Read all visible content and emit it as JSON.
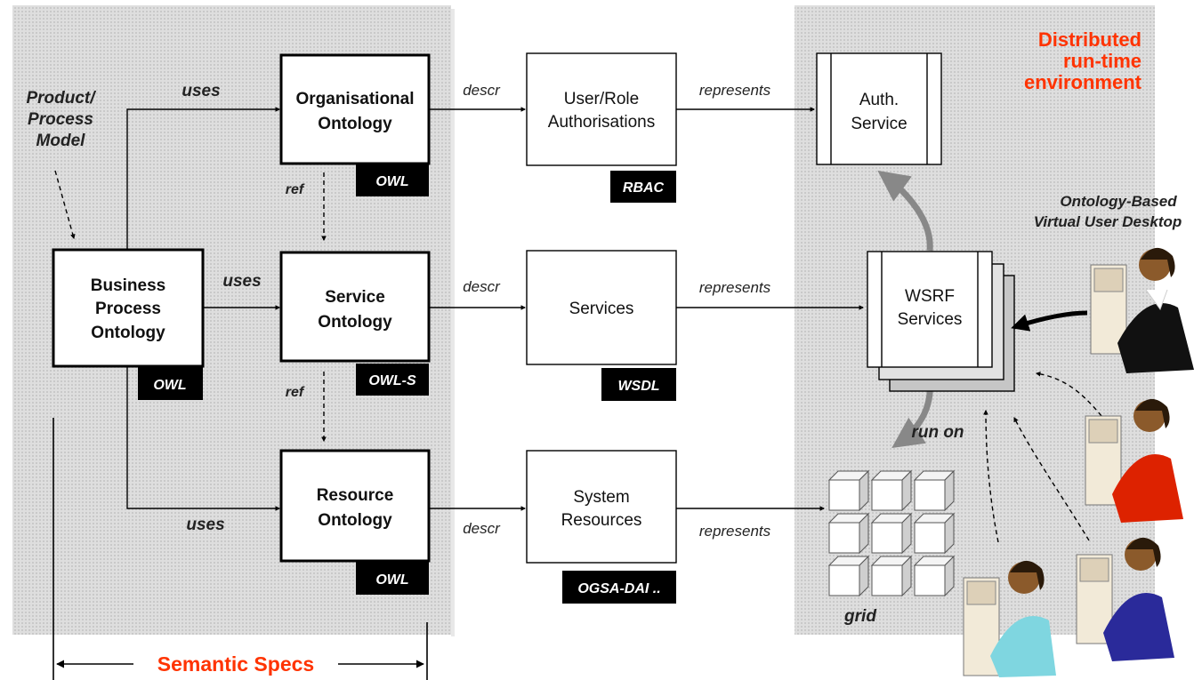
{
  "semantic_panel": {
    "product_model": [
      "Product/",
      "Process",
      "Model"
    ],
    "footer_label": "Semantic Specs"
  },
  "runtime_panel": {
    "title": [
      "Distributed",
      "run-time",
      "environment"
    ],
    "desktop_label": [
      "Ontology-Based",
      "Virtual User Desktop"
    ],
    "grid_label": "grid",
    "run_on_label": "run on"
  },
  "ontologies": {
    "business": {
      "lines": [
        "Business",
        "Process",
        "Ontology"
      ],
      "tag": "OWL"
    },
    "organisational": {
      "lines": [
        "Organisational",
        "Ontology"
      ],
      "tag": "OWL"
    },
    "service": {
      "lines": [
        "Service",
        "Ontology"
      ],
      "tag": "OWL-S"
    },
    "resource": {
      "lines": [
        "Resource",
        "Ontology"
      ],
      "tag": "OWL"
    }
  },
  "descriptions": {
    "user_role": {
      "lines": [
        "User/Role",
        "Authorisations"
      ],
      "tag": "RBAC"
    },
    "services": {
      "lines": [
        "Services"
      ],
      "tag": "WSDL"
    },
    "system_resources": {
      "lines": [
        "System",
        "Resources"
      ],
      "tag": "OGSA-DAI .."
    }
  },
  "runtime_boxes": {
    "auth": {
      "lines": [
        "Auth.",
        "Service"
      ]
    },
    "wsrf": {
      "lines": [
        "WSRF",
        "Services"
      ]
    }
  },
  "edge_labels": {
    "uses": "uses",
    "ref": "ref",
    "descr": "descr",
    "represents": "represents"
  },
  "colors": {
    "accent_red": "#ff3300",
    "panel_bg": "#dcdcdc",
    "tag_bg": "#000000",
    "person_black": "#111111",
    "person_red": "#dd2200",
    "person_blue": "#2a2a9a",
    "person_cyan": "#7fd6e0"
  }
}
